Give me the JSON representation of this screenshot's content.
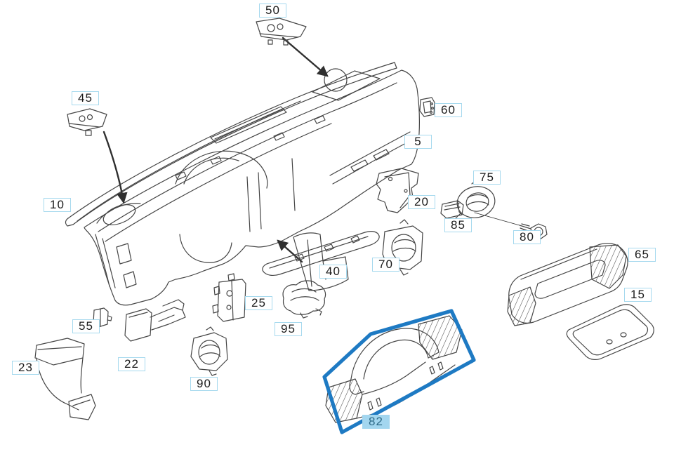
{
  "diagram": {
    "type": "exploded-parts-diagram",
    "subject": "Instrument panel dashboard exploded view",
    "background_color": "#ffffff",
    "line_color": "#454545",
    "callout_border_color": "#a6d9ee",
    "highlight_color": "#1e7ac3",
    "selected_part": "82",
    "callouts": [
      {
        "part": "50",
        "highlighted": false
      },
      {
        "part": "45",
        "highlighted": false
      },
      {
        "part": "10",
        "highlighted": false
      },
      {
        "part": "60",
        "highlighted": false
      },
      {
        "part": "5",
        "highlighted": false
      },
      {
        "part": "20",
        "highlighted": false
      },
      {
        "part": "75",
        "highlighted": false
      },
      {
        "part": "85",
        "highlighted": false
      },
      {
        "part": "80",
        "highlighted": false
      },
      {
        "part": "65",
        "highlighted": false
      },
      {
        "part": "15",
        "highlighted": false
      },
      {
        "part": "70",
        "highlighted": false
      },
      {
        "part": "40",
        "highlighted": false
      },
      {
        "part": "25",
        "highlighted": false
      },
      {
        "part": "95",
        "highlighted": false
      },
      {
        "part": "55",
        "highlighted": false
      },
      {
        "part": "23",
        "highlighted": false
      },
      {
        "part": "22",
        "highlighted": false
      },
      {
        "part": "90",
        "highlighted": false
      },
      {
        "part": "82",
        "highlighted": true
      }
    ]
  }
}
